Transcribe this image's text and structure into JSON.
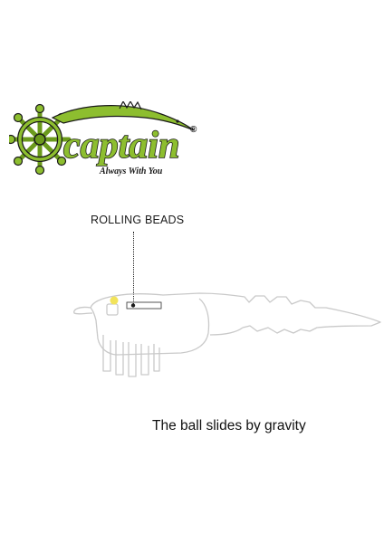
{
  "logo": {
    "brand": "captain",
    "tagline": "Always With You",
    "registered": "®",
    "colors": {
      "brand_green": "#8dbe2f",
      "outline": "#1a1a1a",
      "wheel": "#6b9a1c"
    }
  },
  "callout": {
    "label": "ROLLING BEADS"
  },
  "diagram": {
    "outline_color": "#c9c9c9",
    "bead_color": "#f2e35a"
  },
  "caption": {
    "text": "The ball slides by gravity"
  }
}
